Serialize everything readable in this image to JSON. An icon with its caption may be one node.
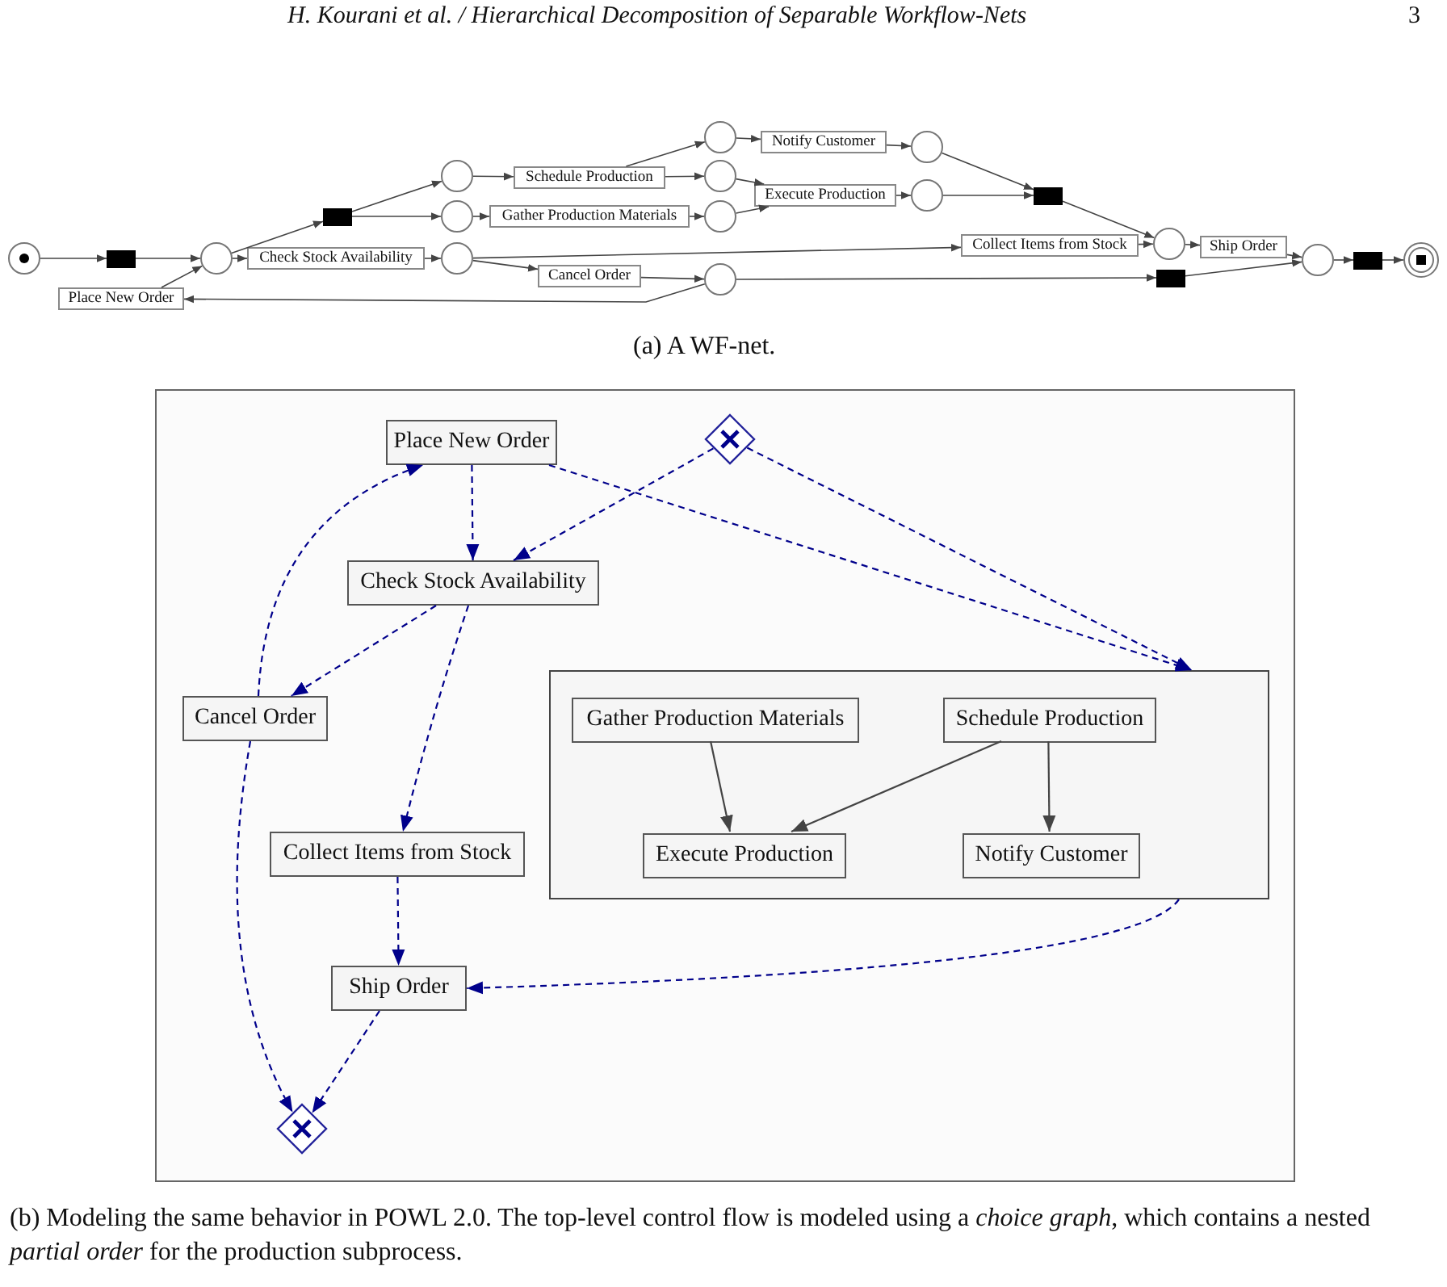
{
  "diagram": {
    "caption": "(b) Modeling the same behavior in POWL 2.0. The top-level control flow is modeled using a *choice graph*, which contains a nested *partial order* for the production subprocess.",
    "nodes": [
      {
        "text": [],
        "shape": "circle"
      },
      {
        "text": [],
        "shape": "bar"
      },
      {
        "text": [],
        "shape": "circle"
      },
      {
        "text": [
          "Place New Order"
        ]
      },
      {
        "text": [],
        "shape": "bar"
      },
      {
        "text": [],
        "shape": "circle"
      },
      {
        "text": [],
        "shape": "circle"
      },
      {
        "text": [
          "Schedule Production"
        ]
      },
      {
        "text": [
          "Gather Production Materials"
        ]
      },
      {
        "text": [
          "Check Stock Availability"
        ]
      },
      {
        "text": [],
        "shape": "circle"
      },
      {
        "text": [
          "Cancel Order"
        ]
      },
      {
        "text": [],
        "shape": "circle"
      },
      {
        "text": [],
        "shape": "circle"
      },
      {
        "text": [],
        "shape": "circle"
      },
      {
        "text": [],
        "shape": "circle"
      },
      {
        "text": [
          "Notify Customer"
        ]
      },
      {
        "text": [
          "Execute Production"
        ]
      },
      {
        "text": [],
        "shape": "circle"
      },
      {
        "text": [],
        "shape": "circle"
      },
      {
        "text": [],
        "shape": "bar"
      },
      {
        "text": [
          "Collect Items from Stock"
        ]
      },
      {
        "text": [],
        "shape": "circle"
      },
      {
        "text": [
          "Ship Order"
        ]
      },
      {
        "text": [],
        "shape": "bar"
      },
      {
        "text": [],
        "shape": "circle"
      },
      {
        "text": [],
        "shape": "bar"
      },
      {
        "text": [],
        "shape": "circle"
      },
      {
        "text": [
          "Place New Order"
        ]
      },
      {
        "text": [],
        "shape": "diamond"
      },
      {
        "text": [
          "Check Stock Availability"
        ]
      },
      {
        "text": [
          "Cancel Order"
        ]
      },
      {
        "text": [],
        "shape": "box"
      },
      {
        "text": [
          "Gather Production Materials"
        ],
        "in": 32
      },
      {
        "text": [
          "Schedule Production"
        ],
        "in": 32
      },
      {
        "text": [
          "Collect Items from Stock"
        ]
      },
      {
        "text": [
          "Execute Production"
        ],
        "in": 32
      },
      {
        "text": [
          "Notify Customer"
        ],
        "in": 32
      },
      {
        "text": [
          "Ship Order"
        ]
      },
      {
        "text": [],
        "shape": "diamond"
      }
    ],
    "edges": [
      {
        "from": 0,
        "to": 1,
        "arrow": "to"
      },
      {
        "from": 1,
        "to": 2,
        "arrow": "to"
      },
      {
        "from": 3,
        "to": 2,
        "arrow": "to"
      },
      {
        "from": 2,
        "to": 9,
        "arrow": "to"
      },
      {
        "from": 2,
        "to": 4,
        "arrow": "to"
      },
      {
        "from": 4,
        "to": 5,
        "arrow": "to"
      },
      {
        "from": 4,
        "to": 6,
        "arrow": "to"
      },
      {
        "from": 5,
        "to": 7,
        "arrow": "to"
      },
      {
        "from": 6,
        "to": 8,
        "arrow": "to"
      },
      {
        "from": 7,
        "to": 12,
        "arrow": "to"
      },
      {
        "from": 7,
        "to": 13,
        "arrow": "to"
      },
      {
        "from": 8,
        "to": 14,
        "arrow": "to"
      },
      {
        "from": 12,
        "to": 16,
        "arrow": "to"
      },
      {
        "from": 13,
        "to": 17,
        "arrow": "to"
      },
      {
        "from": 14,
        "to": 17,
        "arrow": "to"
      },
      {
        "from": 16,
        "to": 18,
        "arrow": "to"
      },
      {
        "from": 17,
        "to": 19,
        "arrow": "to"
      },
      {
        "from": 18,
        "to": 20,
        "arrow": "to"
      },
      {
        "from": 19,
        "to": 20,
        "arrow": "to"
      },
      {
        "from": 20,
        "to": 22,
        "arrow": "to"
      },
      {
        "from": 9,
        "to": 10,
        "arrow": "to"
      },
      {
        "from": 10,
        "to": 21,
        "arrow": "to"
      },
      {
        "from": 10,
        "to": 11,
        "arrow": "to"
      },
      {
        "from": 11,
        "to": 15,
        "arrow": "to"
      },
      {
        "from": 15,
        "to": 3,
        "arrow": "to"
      },
      {
        "from": 15,
        "to": 24,
        "arrow": "to"
      },
      {
        "from": 21,
        "to": 22,
        "arrow": "to"
      },
      {
        "from": 22,
        "to": 23,
        "arrow": "to"
      },
      {
        "from": 23,
        "to": 25,
        "arrow": "to"
      },
      {
        "from": 24,
        "to": 25,
        "arrow": "to"
      },
      {
        "from": 25,
        "to": 26,
        "arrow": "to"
      },
      {
        "from": 26,
        "to": 27,
        "arrow": "to"
      },
      {
        "from": 28,
        "to": 30,
        "arrow": "to",
        "style": "dashed",
        "color": "#00008b"
      },
      {
        "from": 29,
        "to": 30,
        "arrow": "to",
        "style": "dashed",
        "color": "#00008b"
      },
      {
        "from": 29,
        "to": 32,
        "arrow": "to",
        "style": "dashed",
        "color": "#00008b"
      },
      {
        "from": 28,
        "to": 32,
        "arrow": "to",
        "style": "dashed",
        "color": "#00008b"
      },
      {
        "from": 30,
        "to": 31,
        "arrow": "to",
        "style": "dashed",
        "color": "#00008b"
      },
      {
        "from": 30,
        "to": 35,
        "arrow": "to",
        "style": "dashed",
        "color": "#00008b"
      },
      {
        "from": 31,
        "to": 28,
        "arrow": "to",
        "style": "dashed",
        "color": "#00008b"
      },
      {
        "from": 31,
        "to": 39,
        "arrow": "to",
        "style": "dashed",
        "color": "#00008b"
      },
      {
        "from": 35,
        "to": 38,
        "arrow": "to",
        "style": "dashed",
        "color": "#00008b"
      },
      {
        "from": 32,
        "to": 38,
        "arrow": "to",
        "style": "dashed",
        "color": "#00008b"
      },
      {
        "from": 38,
        "to": 39,
        "arrow": "to",
        "style": "dashed",
        "color": "#00008b"
      },
      {
        "from": 33,
        "to": 36,
        "arrow": "to"
      },
      {
        "from": 34,
        "to": 36,
        "arrow": "to"
      },
      {
        "from": 34,
        "to": 37,
        "arrow": "to"
      }
    ],
    "labels": [
      "H. Kourani et al. / Hierarchical Decomposition of Separable Workflow-Nets",
      "3",
      "(a) A WF-net."
    ]
  }
}
